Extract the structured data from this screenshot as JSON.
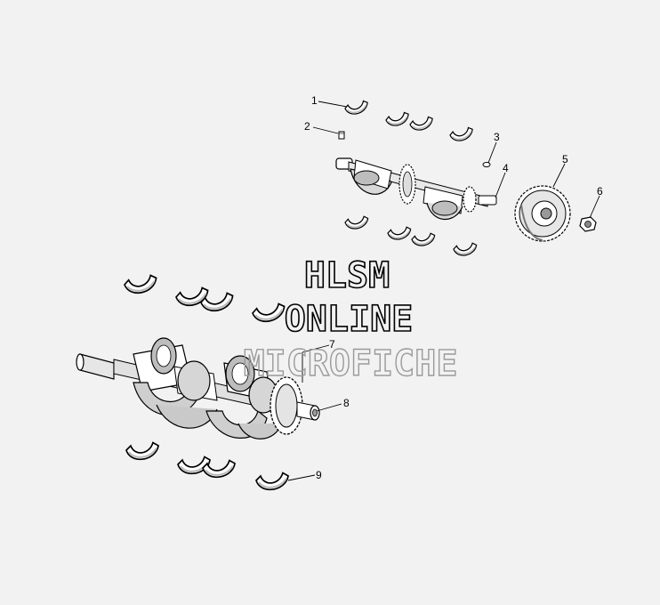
{
  "diagram": {
    "callouts": [
      "1",
      "2",
      "3",
      "4",
      "5",
      "6",
      "7",
      "8",
      "9"
    ]
  },
  "watermark": {
    "line1": "HLSM",
    "line2": "ONLINE",
    "line3": "MICROFICHE"
  },
  "colors": {
    "background": "#f2f2f2",
    "line": "#000000",
    "part_fill": "#ffffff",
    "part_shade": "#cfcfcf"
  }
}
